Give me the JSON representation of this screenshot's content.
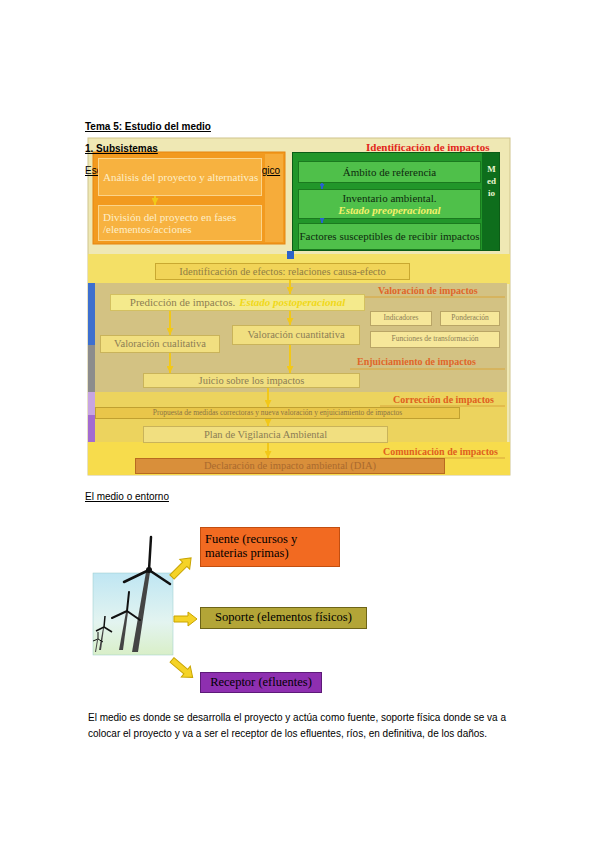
{
  "diagram": {
    "title": "Tema 5: Estudio del medio",
    "nodes": [
      {
        "text": [
          "Análisis del proyecto y alternativas"
        ]
      },
      {
        "text": [
          "División del proyecto en fases /elementos/acciones"
        ]
      },
      {
        "text": [
          "Medio"
        ]
      },
      {
        "text": [
          "Ámbito de referencia"
        ],
        "in": 2
      },
      {
        "text": [
          "Inventario ambiental.",
          "Estado preoperacional"
        ],
        "in": 2
      },
      {
        "text": [
          "Factores susceptibles de recibir impactos"
        ],
        "in": 2
      },
      {
        "text": [
          "Identificación de efectos: relaciones causa-efecto"
        ]
      },
      {
        "text": [
          "Predicción de impactos.",
          "Estado postoperacional"
        ]
      },
      {
        "text": [
          "Indicadores"
        ]
      },
      {
        "text": [
          "Ponderación"
        ]
      },
      {
        "text": [
          "Valoración cualitativa"
        ]
      },
      {
        "text": [
          "Valoración cuantitativa"
        ]
      },
      {
        "text": [
          "Funciones de transformación"
        ]
      },
      {
        "text": [
          "Juicio sobre los impactos"
        ]
      },
      {
        "text": [
          "Propuesta de medidas correctoras y nueva valoración y enjuiciamiento de impactos"
        ]
      },
      {
        "text": [
          "Plan de Vigilancia Ambiental"
        ]
      },
      {
        "text": [
          "Declaración de impacto ambiental (DIA)"
        ]
      },
      {
        "text": [
          "Fuente (recursos y materias primas)"
        ]
      },
      {
        "text": [
          "Soporte (elementos físicos)"
        ]
      },
      {
        "text": [
          "Receptor (efluentes)"
        ]
      }
    ],
    "edges": [
      {
        "from": 0,
        "to": 1,
        "arrow": "to"
      },
      {
        "from": 3,
        "to": 4,
        "arrow": "to"
      },
      {
        "from": 4,
        "to": 5,
        "arrow": "to"
      },
      {
        "from": 6,
        "to": 7,
        "arrow": "to"
      },
      {
        "from": 7,
        "to": 10,
        "arrow": "to"
      },
      {
        "from": 7,
        "to": 11,
        "arrow": "to"
      },
      {
        "from": 10,
        "to": 13,
        "arrow": "to"
      },
      {
        "from": 11,
        "to": 13,
        "arrow": "to"
      },
      {
        "from": 13,
        "to": 14,
        "arrow": "to"
      },
      {
        "from": 14,
        "to": 15,
        "arrow": "to"
      },
      {
        "from": 15,
        "to": 16,
        "arrow": "to"
      }
    ],
    "labels": [
      "1. Subsistemas",
      "Esquema general del proceso metodológico",
      "Identificación de impactos",
      "Valoración de impactos",
      "Enjuiciamiento de impactos",
      "Corrección de impactos",
      "Comunicación de impactos",
      "El medio o entorno",
      "El medio es donde se desarrolla el proyecto y actúa como fuente, soporte física donde se va a colocar el proyecto y va a ser el receptor de los efluentes, ríos, en definitiva, de los daños."
    ]
  }
}
